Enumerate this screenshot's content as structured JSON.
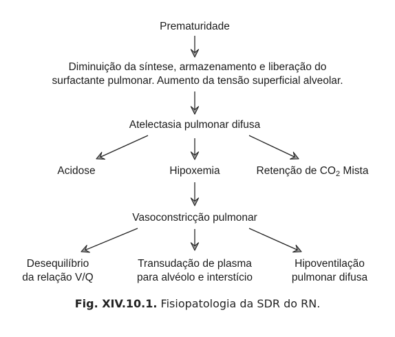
{
  "nodes": {
    "prematuridade": "Prematuridade",
    "diminuicao_line1": "Diminuição da síntese, armazenamento e liberação do",
    "diminuicao_line2": "surfactante pulmonar. Aumento da tensão superficial alveolar.",
    "atelectasia": "Atelectasia pulmonar difusa",
    "acidose": "Acidose",
    "hipoxemia": "Hipoxemia",
    "retencao_pre": "Retenção de CO",
    "retencao_sub": "2",
    "retencao_post": " Mista",
    "vasoconstriccao": "Vasoconstricção pulmonar",
    "desequilibrio_line1": "Desequilíbrio",
    "desequilibrio_line2": "da relação V/Q",
    "transudacao_line1": "Transudação de plasma",
    "transudacao_line2": "para alvéolo e interstício",
    "hipoventilacao_line1": "Hipoventilação",
    "hipoventilacao_line2": "pulmonar difusa"
  },
  "caption": {
    "label": "Fig. XIV.10.1.",
    "text": " Fisiopatologia da SDR do RN."
  }
}
